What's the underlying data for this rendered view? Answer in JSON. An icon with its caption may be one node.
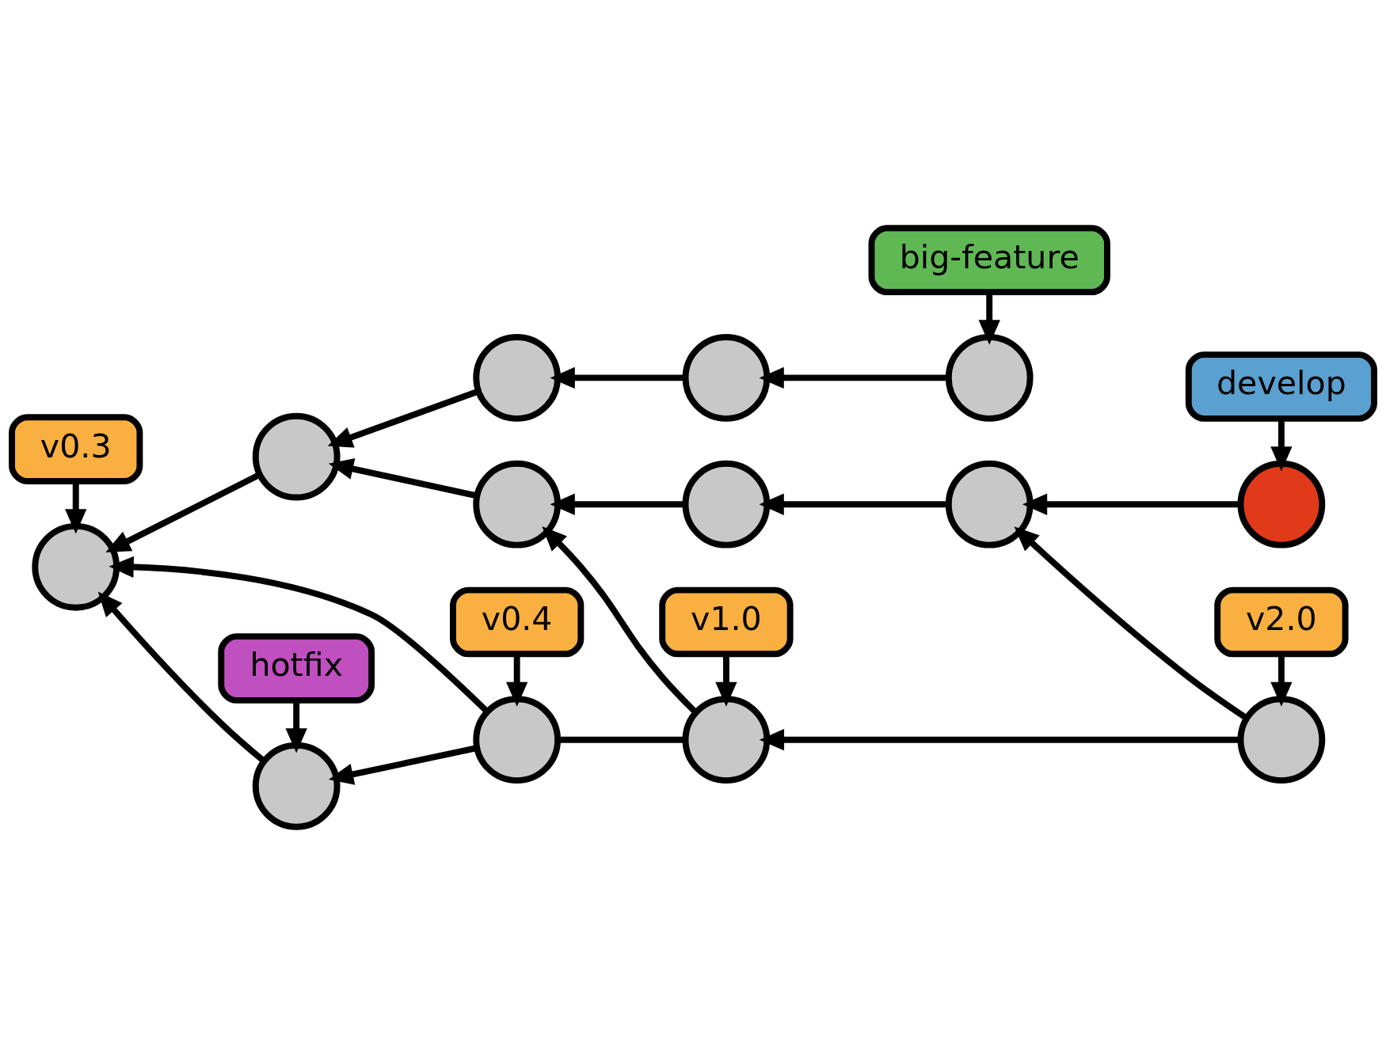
{
  "diagram": {
    "nodes": [
      {
        "text": [
          "hotfix"
        ]
      },
      {
        "text": [],
        "shape": "circle"
      },
      {
        "text": [
          "v0.3"
        ]
      },
      {
        "text": [
          "v0.4"
        ]
      },
      {
        "text": [
          "v1.0"
        ]
      },
      {
        "text": [
          "v2.0"
        ]
      },
      {
        "text": [],
        "shape": "circle"
      },
      {
        "text": [],
        "shape": "circle"
      },
      {
        "text": [],
        "shape": "circle"
      },
      {
        "text": [],
        "shape": "circle"
      },
      {
        "text": [],
        "shape": "circle"
      },
      {
        "text": [],
        "shape": "circle"
      },
      {
        "text": [],
        "shape": "circle"
      },
      {
        "text": [],
        "shape": "circle"
      },
      {
        "text": [],
        "shape": "circle"
      },
      {
        "text": [
          "develop"
        ]
      },
      {
        "text": [],
        "shape": "circle"
      },
      {
        "text": [],
        "shape": "circle"
      },
      {
        "text": [],
        "shape": "circle"
      },
      {
        "text": [
          "big-feature"
        ]
      }
    ],
    "edges": [
      {
        "from": 0,
        "to": 1,
        "arrow": "to"
      },
      {
        "from": 1,
        "to": 6,
        "arrow": "to"
      },
      {
        "from": 2,
        "to": 6,
        "arrow": "to"
      },
      {
        "from": 7,
        "to": 1,
        "arrow": "to"
      },
      {
        "from": 3,
        "to": 7,
        "arrow": "to"
      },
      {
        "from": 4,
        "to": 8,
        "arrow": "to"
      },
      {
        "from": 5,
        "to": 9,
        "arrow": "to"
      },
      {
        "from": 7,
        "to": 6,
        "arrow": "to"
      },
      {
        "from": 8,
        "to": 7,
        "arrow": "none"
      },
      {
        "from": 9,
        "to": 8,
        "arrow": "to"
      },
      {
        "from": 8,
        "to": 11,
        "arrow": "to"
      },
      {
        "from": 9,
        "to": 13,
        "arrow": "to"
      },
      {
        "from": 10,
        "to": 6,
        "arrow": "to"
      },
      {
        "from": 11,
        "to": 10,
        "arrow": "to"
      },
      {
        "from": 12,
        "to": 11,
        "arrow": "to"
      },
      {
        "from": 13,
        "to": 12,
        "arrow": "to"
      },
      {
        "from": 14,
        "to": 13,
        "arrow": "to"
      },
      {
        "from": 15,
        "to": 14,
        "arrow": "to"
      },
      {
        "from": 16,
        "to": 10,
        "arrow": "to"
      },
      {
        "from": 17,
        "to": 16,
        "arrow": "to"
      },
      {
        "from": 18,
        "to": 17,
        "arrow": "to"
      },
      {
        "from": 19,
        "to": 18,
        "arrow": "to"
      }
    ]
  }
}
